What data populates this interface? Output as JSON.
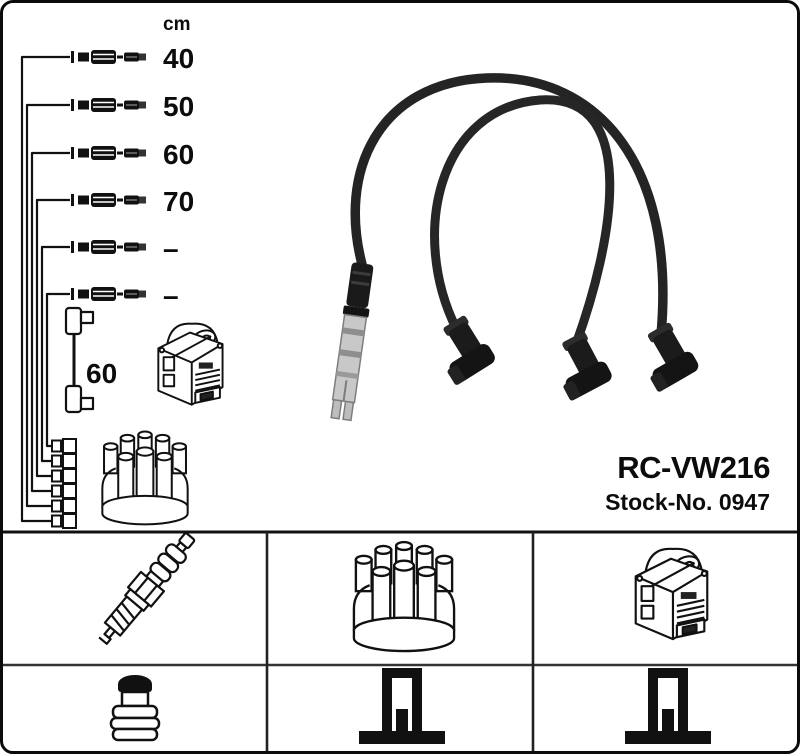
{
  "product": {
    "part_number": "RC-VW216",
    "stock_number": "Stock-No. 0947"
  },
  "length_table": {
    "unit": "cm",
    "items": [
      {
        "length": "40"
      },
      {
        "length": "50"
      },
      {
        "length": "60"
      },
      {
        "length": "70"
      },
      {
        "length": "–"
      },
      {
        "length": "–"
      }
    ]
  },
  "coil_wire": {
    "length": "60"
  },
  "icons": {
    "top_diagram": [
      "ignition-cable",
      "coil-wire",
      "ignition-coil",
      "distributor-cap"
    ],
    "legend_row1": [
      "spark-plug",
      "distributor-cap",
      "ignition-coil"
    ],
    "legend_row2": [
      "terminal-nut",
      "coil-tower-connector",
      "coil-tower-connector"
    ]
  },
  "colors": {
    "line": "#111111",
    "background": "#ffffff",
    "cable_photo": "#242424",
    "metal_connector": "#c8c8c8"
  }
}
